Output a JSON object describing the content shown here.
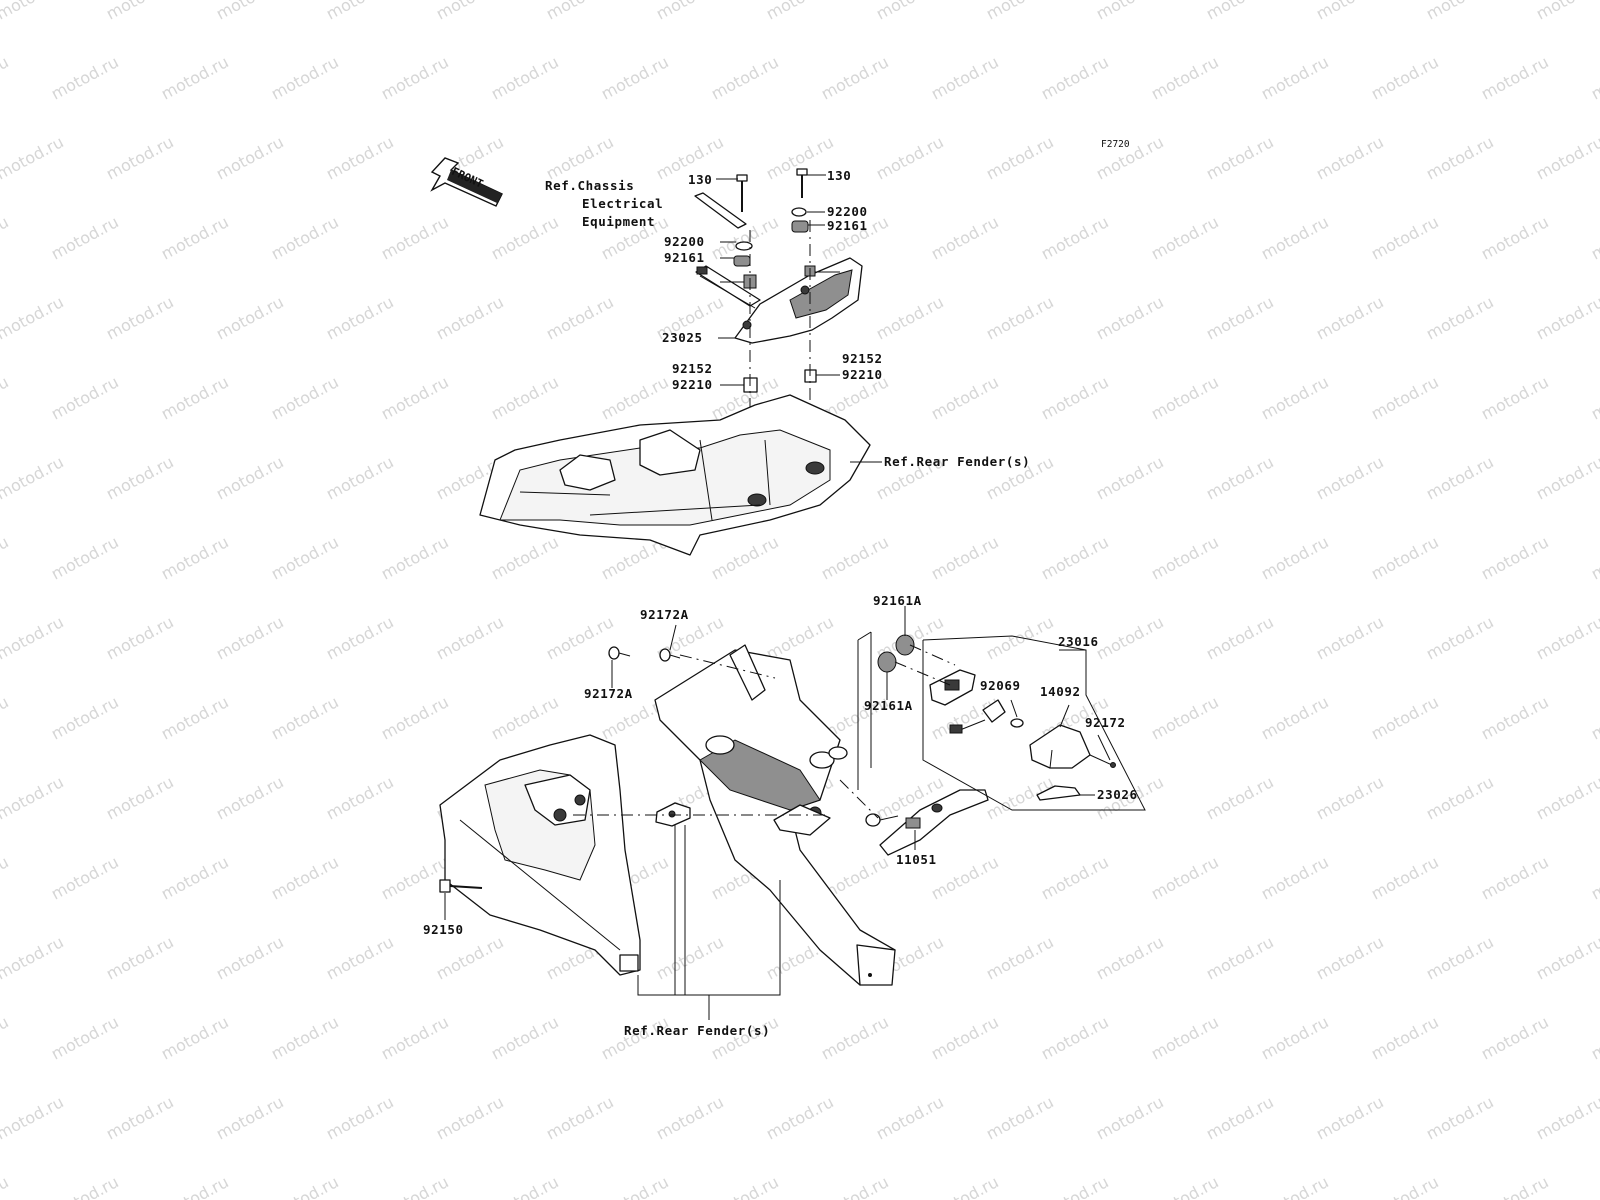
{
  "diagram": {
    "figure_code": "F2720",
    "front_label": "FRONT",
    "watermark_text": "motod.ru",
    "upper_labels": {
      "p130_left": "130",
      "p130_right": "130",
      "ref_chassis_1": "Ref.Chassis",
      "ref_chassis_2": "Electrical",
      "ref_chassis_3": "Equipment",
      "p92200_left": "92200",
      "p92200_right": "92200",
      "p92161_left": "92161",
      "p92161_right": "92161",
      "p23025": "23025",
      "p92152_left": "92152",
      "p92152_right": "92152",
      "p92210_left": "92210",
      "p92210_right": "92210",
      "ref_rear_fender_top": "Ref.Rear Fender(s)"
    },
    "lower_labels": {
      "p92161A_top": "92161A",
      "p92161A_bottom": "92161A",
      "p92172A_top": "92172A",
      "p92172A_bottom": "92172A",
      "p23016": "23016",
      "p92069": "92069",
      "p14092": "14092",
      "p92172": "92172",
      "p23026": "23026",
      "p11051": "11051",
      "p92150": "92150",
      "ref_rear_fender_bottom": "Ref.Rear Fender(s)"
    }
  }
}
